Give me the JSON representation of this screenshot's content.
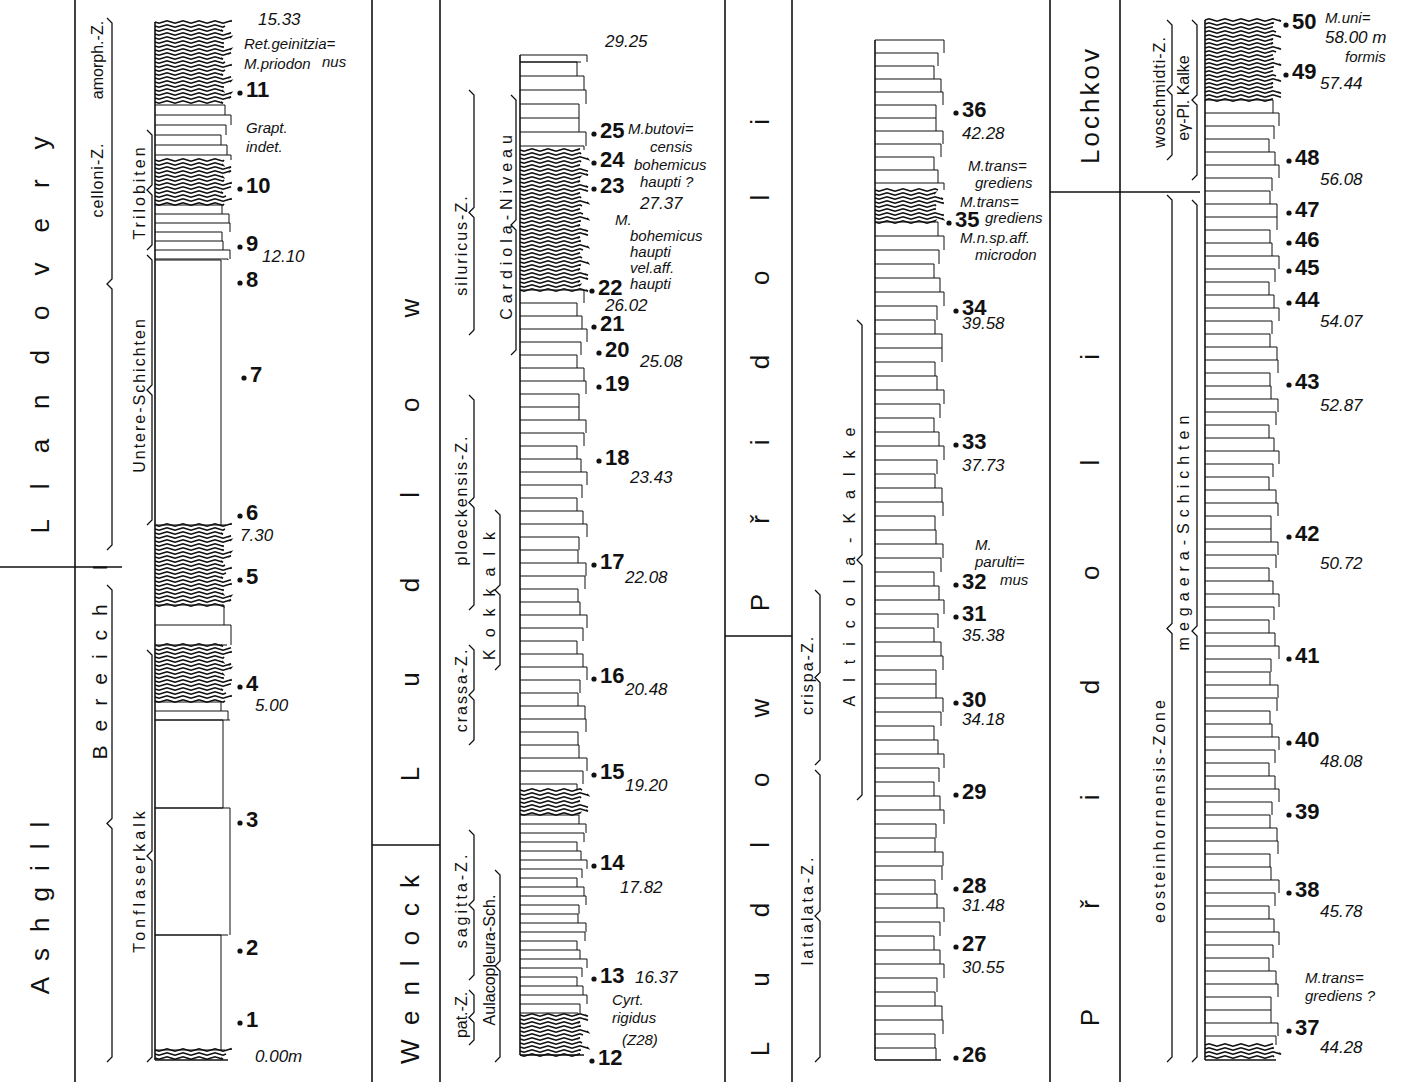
{
  "diagram": {
    "labels": [
      "Llandovery",
      "Ashgill",
      "amorph.-Z.",
      "celloni-Z.",
      "Bereich I",
      "Trilobiten",
      "Untere-Schichten",
      "Tonflaserkalk",
      "15.33",
      "Ret.geinitzia=",
      "M.priodon",
      "nus",
      "11",
      "Grapt.",
      "indet.",
      "10",
      "9",
      "12.10",
      "8",
      "7",
      "6",
      "7.30",
      "5",
      "4",
      "5.00",
      "3",
      "2",
      "1",
      "0.00m",
      "Ludlow",
      "Wenlock",
      "siluricus-Z.",
      "ploeckensis-Z.",
      "crassa-Z.",
      "sagitta-Z.",
      "pat.-Z.",
      "Cardiola-Niveau",
      "Kokkalk",
      "Aulacopleura-Sch.",
      "29.25",
      "25",
      "M.butovi=",
      "censis",
      "24",
      "bohemicus",
      "haupti ?",
      "23",
      "27.37",
      "M.",
      "bohemicus",
      "haupti",
      "vel.aff.",
      "haupti",
      "22",
      "26.02",
      "21",
      "20",
      "25.08",
      "19",
      "18",
      "23.43",
      "17",
      "22.08",
      "16",
      "20.48",
      "15",
      "19.20",
      "14",
      "17.82",
      "13",
      "16.37",
      "Cyrt.",
      "rigidus",
      "(Z28)",
      "12",
      "Přidoli",
      "Ludlow",
      "crispa-Z.",
      "latialata-Z.",
      "Alticola-Kalke",
      "36",
      "42.28",
      "M.trans=",
      "grediens",
      "M.trans=",
      "35",
      "grediens",
      "M.n.sp.aff.",
      "microdon",
      "34",
      "39.58",
      "33",
      "37.73",
      "M.",
      "parulti=",
      "32",
      "mus",
      "31",
      "35.38",
      "30",
      "34.18",
      "29",
      "28",
      "31.48",
      "27",
      "30.55",
      "26",
      "Lochkov",
      "Přidoli",
      "woschmidti-Z.",
      "eosteinhornensis-Zone",
      "eγ-Pl. Kalke",
      "megaera-Schichten",
      "50",
      "M.uni=",
      "58.00 m",
      "formis",
      "49",
      "57.44",
      "48",
      "56.08",
      "47",
      "46",
      "45",
      "44",
      "54.07",
      "43",
      "52.87",
      "42",
      "50.72",
      "41",
      "40",
      "48.08",
      "39",
      "38",
      "45.78",
      "M.trans=",
      "grediens ?",
      "37",
      "44.28"
    ]
  }
}
